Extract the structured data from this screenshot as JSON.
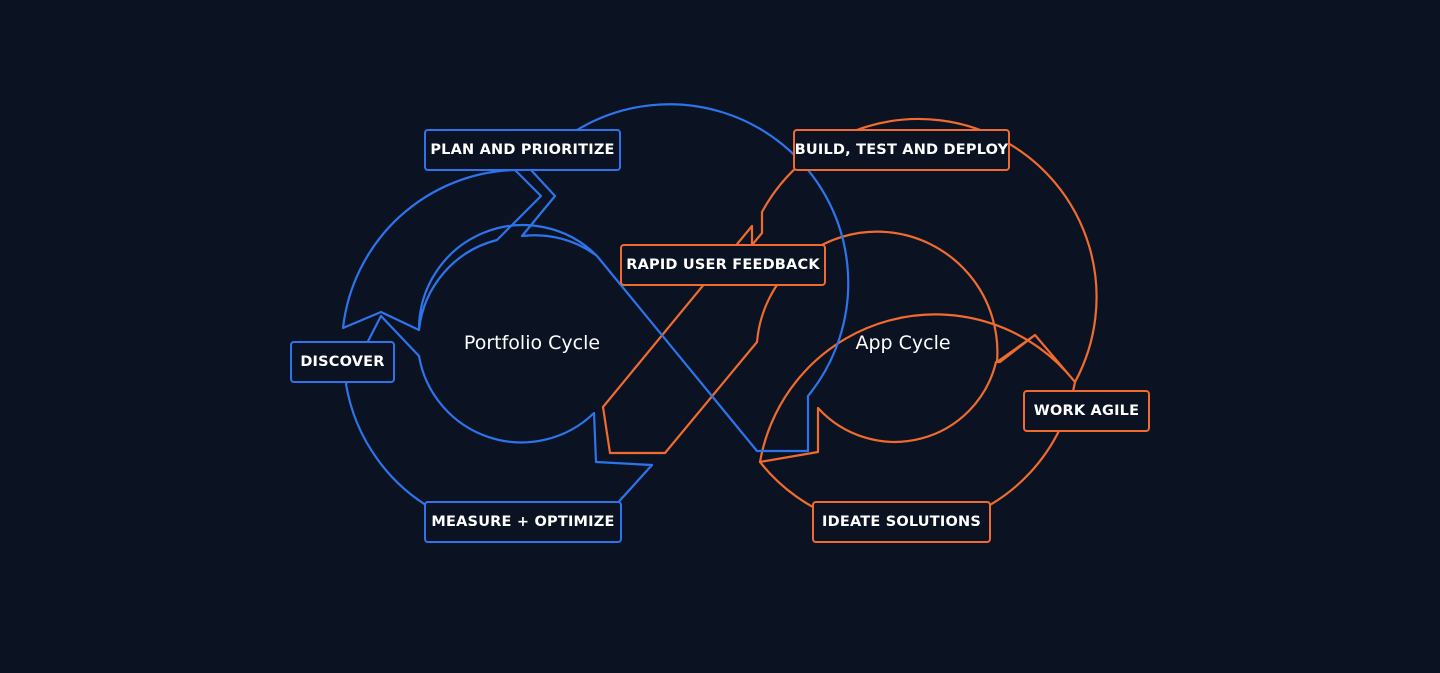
{
  "colors": {
    "background": "#0b1322",
    "portfolio_cycle": "#2d74ec",
    "app_cycle": "#ef6b2f",
    "text": "#ffffff"
  },
  "cycles": {
    "portfolio": {
      "title": "Portfolio Cycle"
    },
    "app": {
      "title": "App Cycle"
    }
  },
  "stages": {
    "plan_and_prioritize": "PLAN AND PRIORITIZE",
    "discover": "DISCOVER",
    "measure_optimize": "MEASURE + OPTIMIZE",
    "build_test_deploy": "BUILD, TEST AND DEPLOY",
    "rapid_user_feedback": "RAPID USER FEEDBACK",
    "work_agile": "WORK AGILE",
    "ideate_solutions": "IDEATE SOLUTIONS"
  }
}
